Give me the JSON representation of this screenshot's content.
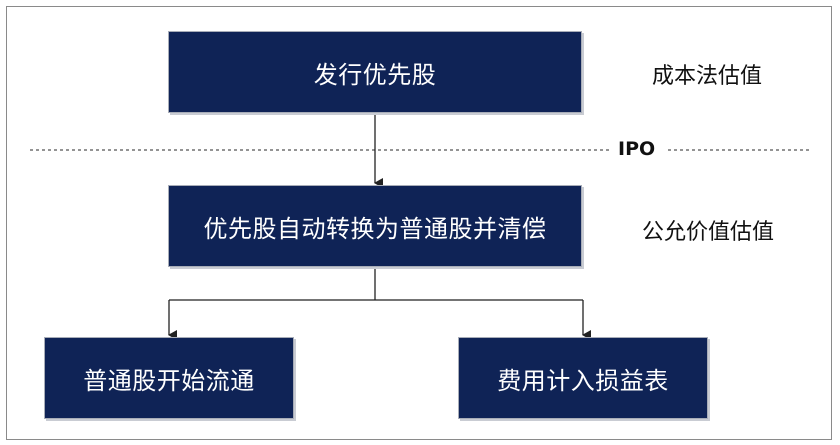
{
  "boxes": {
    "issue_preferred": "发行优先股",
    "auto_convert": "优先股自动转换为普通股并清偿",
    "common_circulate": "普通股开始流通",
    "expense_income": "费用计入损益表"
  },
  "side_labels": {
    "cost_method": "成本法估值",
    "fair_value": "公允价值估值"
  },
  "divider_label": "IPO",
  "colors": {
    "box_fill": "#0f2356",
    "box_text": "#ffffff",
    "line": "#222222"
  }
}
